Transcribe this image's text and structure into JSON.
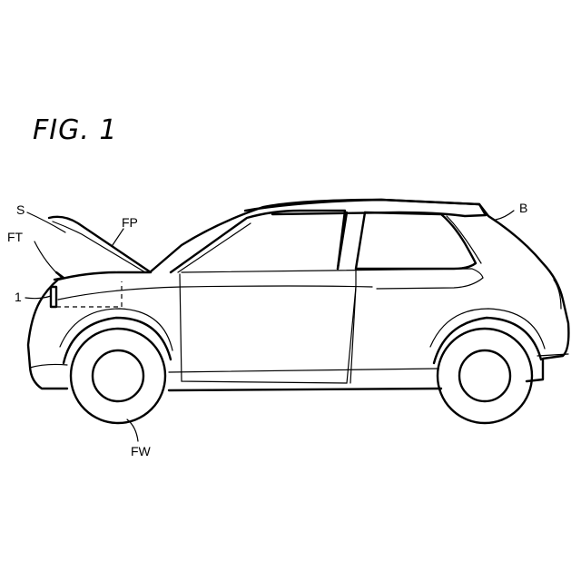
{
  "figure": {
    "title": "FIG. 1",
    "labels": {
      "S": "S",
      "FP": "FP",
      "FT": "FT",
      "one": "1",
      "B": "B",
      "FW": "FW"
    }
  }
}
